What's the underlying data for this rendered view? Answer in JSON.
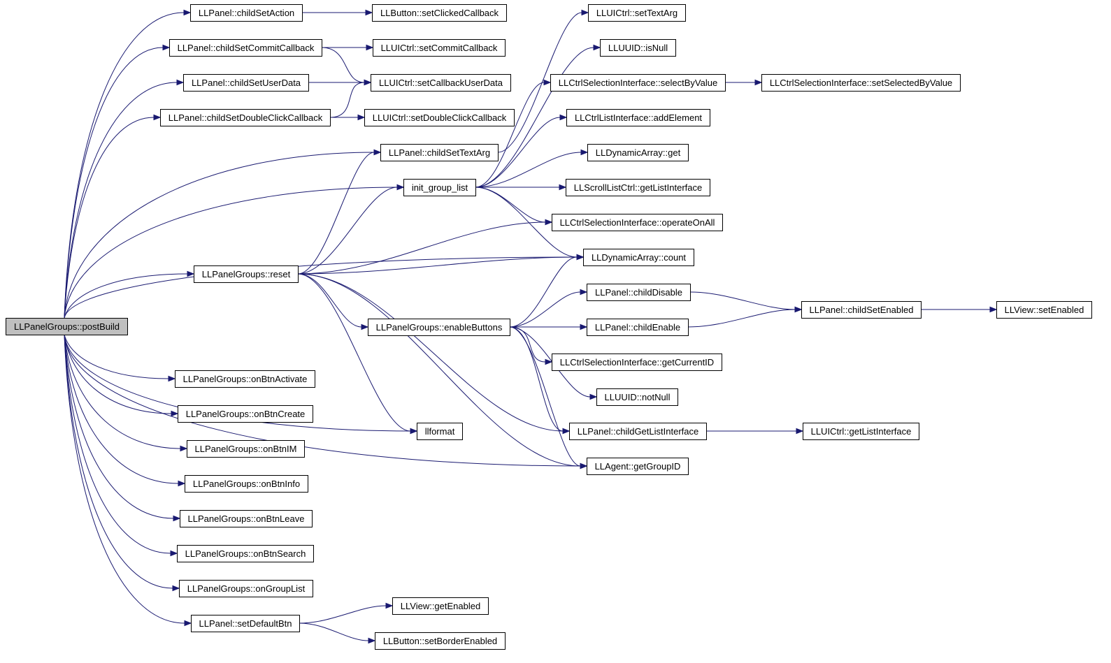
{
  "nodes": [
    {
      "id": "postBuild",
      "label": "LLPanelGroups::postBuild",
      "root": true
    },
    {
      "id": "childSetAction",
      "label": "LLPanel::childSetAction"
    },
    {
      "id": "setClickedCallback",
      "label": "LLButton::setClickedCallback"
    },
    {
      "id": "childSetCommitCallback",
      "label": "LLPanel::childSetCommitCallback"
    },
    {
      "id": "setCommitCallback",
      "label": "LLUICtrl::setCommitCallback"
    },
    {
      "id": "childSetUserData",
      "label": "LLPanel::childSetUserData"
    },
    {
      "id": "setCallbackUserData",
      "label": "LLUICtrl::setCallbackUserData"
    },
    {
      "id": "childSetDoubleClickCallback",
      "label": "LLPanel::childSetDoubleClickCallback"
    },
    {
      "id": "setDoubleClickCallback",
      "label": "LLUICtrl::setDoubleClickCallback"
    },
    {
      "id": "childSetTextArg",
      "label": "LLPanel::childSetTextArg"
    },
    {
      "id": "init_group_list",
      "label": "init_group_list"
    },
    {
      "id": "reset",
      "label": "LLPanelGroups::reset"
    },
    {
      "id": "enableButtons",
      "label": "LLPanelGroups::enableButtons"
    },
    {
      "id": "llformat",
      "label": "llformat"
    },
    {
      "id": "onBtnActivate",
      "label": "LLPanelGroups::onBtnActivate"
    },
    {
      "id": "onBtnCreate",
      "label": "LLPanelGroups::onBtnCreate"
    },
    {
      "id": "onBtnIM",
      "label": "LLPanelGroups::onBtnIM"
    },
    {
      "id": "onBtnInfo",
      "label": "LLPanelGroups::onBtnInfo"
    },
    {
      "id": "onBtnLeave",
      "label": "LLPanelGroups::onBtnLeave"
    },
    {
      "id": "onBtnSearch",
      "label": "LLPanelGroups::onBtnSearch"
    },
    {
      "id": "onGroupList",
      "label": "LLPanelGroups::onGroupList"
    },
    {
      "id": "setDefaultBtn",
      "label": "LLPanel::setDefaultBtn"
    },
    {
      "id": "getEnabled",
      "label": "LLView::getEnabled"
    },
    {
      "id": "setBorderEnabled",
      "label": "LLButton::setBorderEnabled"
    },
    {
      "id": "setTextArg",
      "label": "LLUICtrl::setTextArg"
    },
    {
      "id": "isNull",
      "label": "LLUUID::isNull"
    },
    {
      "id": "selectByValue",
      "label": "LLCtrlSelectionInterface::selectByValue"
    },
    {
      "id": "setSelectedByValue",
      "label": "LLCtrlSelectionInterface::setSelectedByValue"
    },
    {
      "id": "addElement",
      "label": "LLCtrlListInterface::addElement"
    },
    {
      "id": "daGet",
      "label": "LLDynamicArray::get"
    },
    {
      "id": "getListInterfaceScroll",
      "label": "LLScrollListCtrl::getListInterface"
    },
    {
      "id": "operateOnAll",
      "label": "LLCtrlSelectionInterface::operateOnAll"
    },
    {
      "id": "daCount",
      "label": "LLDynamicArray::count"
    },
    {
      "id": "childDisable",
      "label": "LLPanel::childDisable"
    },
    {
      "id": "childEnable",
      "label": "LLPanel::childEnable"
    },
    {
      "id": "childSetEnabled",
      "label": "LLPanel::childSetEnabled"
    },
    {
      "id": "viewSetEnabled",
      "label": "LLView::setEnabled"
    },
    {
      "id": "getCurrentID",
      "label": "LLCtrlSelectionInterface::getCurrentID"
    },
    {
      "id": "notNull",
      "label": "LLUUID::notNull"
    },
    {
      "id": "childGetListInterface",
      "label": "LLPanel::childGetListInterface"
    },
    {
      "id": "uictrlGetListInterface",
      "label": "LLUICtrl::getListInterface"
    },
    {
      "id": "getGroupID",
      "label": "LLAgent::getGroupID"
    }
  ],
  "edges": [
    [
      "postBuild",
      "childSetAction"
    ],
    [
      "postBuild",
      "childSetCommitCallback"
    ],
    [
      "postBuild",
      "childSetUserData"
    ],
    [
      "postBuild",
      "childSetDoubleClickCallback"
    ],
    [
      "postBuild",
      "childSetTextArg"
    ],
    [
      "postBuild",
      "init_group_list"
    ],
    [
      "postBuild",
      "daCount"
    ],
    [
      "postBuild",
      "reset"
    ],
    [
      "postBuild",
      "getGroupID"
    ],
    [
      "postBuild",
      "llformat"
    ],
    [
      "postBuild",
      "onBtnActivate"
    ],
    [
      "postBuild",
      "onBtnCreate"
    ],
    [
      "postBuild",
      "onBtnIM"
    ],
    [
      "postBuild",
      "onBtnInfo"
    ],
    [
      "postBuild",
      "onBtnLeave"
    ],
    [
      "postBuild",
      "onBtnSearch"
    ],
    [
      "postBuild",
      "onGroupList"
    ],
    [
      "postBuild",
      "setDefaultBtn"
    ],
    [
      "childSetAction",
      "setClickedCallback"
    ],
    [
      "childSetCommitCallback",
      "setCommitCallback"
    ],
    [
      "childSetCommitCallback",
      "setCallbackUserData"
    ],
    [
      "childSetUserData",
      "setCallbackUserData"
    ],
    [
      "childSetDoubleClickCallback",
      "setCallbackUserData"
    ],
    [
      "childSetDoubleClickCallback",
      "setDoubleClickCallback"
    ],
    [
      "childSetTextArg",
      "setTextArg"
    ],
    [
      "init_group_list",
      "isNull"
    ],
    [
      "init_group_list",
      "selectByValue"
    ],
    [
      "init_group_list",
      "addElement"
    ],
    [
      "init_group_list",
      "daGet"
    ],
    [
      "init_group_list",
      "getListInterfaceScroll"
    ],
    [
      "init_group_list",
      "operateOnAll"
    ],
    [
      "init_group_list",
      "daCount"
    ],
    [
      "selectByValue",
      "setSelectedByValue"
    ],
    [
      "reset",
      "childSetTextArg"
    ],
    [
      "reset",
      "init_group_list"
    ],
    [
      "reset",
      "operateOnAll"
    ],
    [
      "reset",
      "daCount"
    ],
    [
      "reset",
      "enableButtons"
    ],
    [
      "reset",
      "llformat"
    ],
    [
      "reset",
      "childGetListInterface"
    ],
    [
      "reset",
      "getGroupID"
    ],
    [
      "enableButtons",
      "daCount"
    ],
    [
      "enableButtons",
      "childDisable"
    ],
    [
      "enableButtons",
      "childEnable"
    ],
    [
      "enableButtons",
      "getCurrentID"
    ],
    [
      "enableButtons",
      "notNull"
    ],
    [
      "enableButtons",
      "childGetListInterface"
    ],
    [
      "enableButtons",
      "getGroupID"
    ],
    [
      "childDisable",
      "childSetEnabled"
    ],
    [
      "childEnable",
      "childSetEnabled"
    ],
    [
      "childSetEnabled",
      "viewSetEnabled"
    ],
    [
      "childGetListInterface",
      "uictrlGetListInterface"
    ],
    [
      "setDefaultBtn",
      "getEnabled"
    ],
    [
      "setDefaultBtn",
      "setBorderEnabled"
    ]
  ]
}
